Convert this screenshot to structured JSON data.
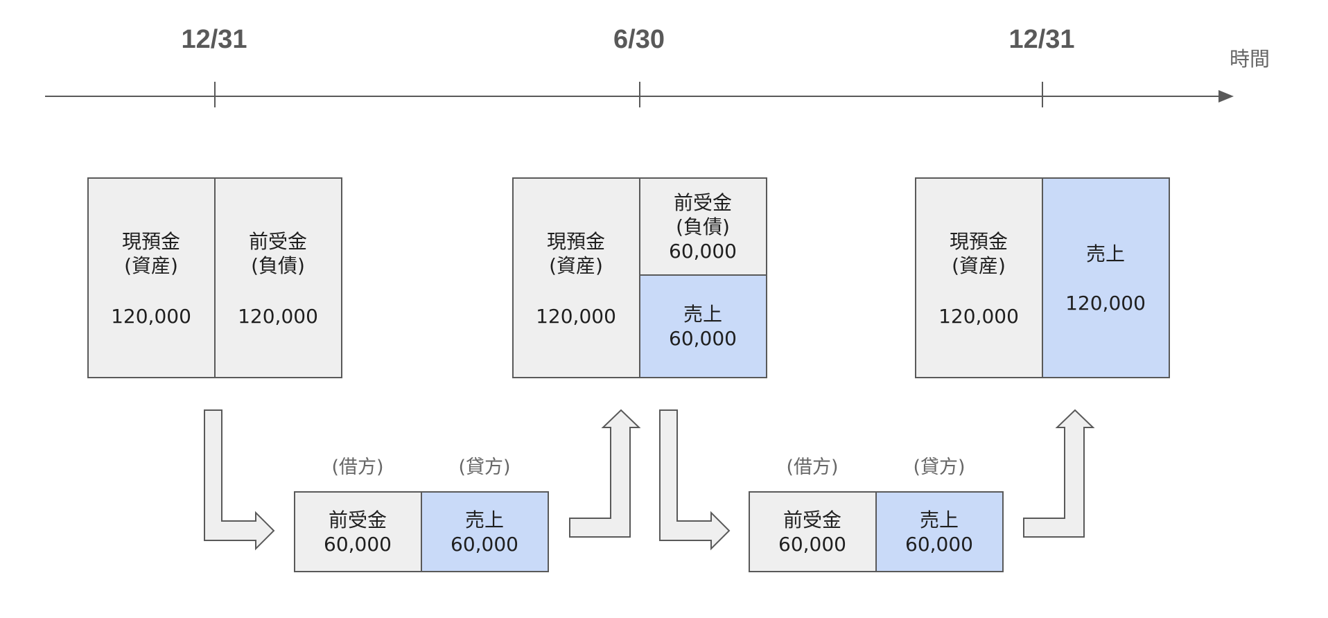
{
  "timeline": {
    "dates": [
      "12/31",
      "6/30",
      "12/31"
    ],
    "axis_label": "時間"
  },
  "snapshots": [
    {
      "left": {
        "title": "現預金",
        "type": "(資産)",
        "amount": "120,000"
      },
      "right": {
        "title": "前受金",
        "type": "(負債)",
        "amount": "120,000"
      }
    },
    {
      "left": {
        "title": "現預金",
        "type": "(資産)",
        "amount": "120,000"
      },
      "right_top": {
        "title": "前受金",
        "type": "(負債)",
        "amount": "60,000"
      },
      "right_bottom": {
        "title": "売上",
        "amount": "60,000"
      }
    },
    {
      "left": {
        "title": "現預金",
        "type": "(資産)",
        "amount": "120,000"
      },
      "right": {
        "title": "売上",
        "amount": "120,000"
      }
    }
  ],
  "journal_entries": [
    {
      "debit_label": "(借方)",
      "credit_label": "(貸方)",
      "debit": {
        "account": "前受金",
        "amount": "60,000"
      },
      "credit": {
        "account": "売上",
        "amount": "60,000"
      }
    },
    {
      "debit_label": "(借方)",
      "credit_label": "(貸方)",
      "debit": {
        "account": "前受金",
        "amount": "60,000"
      },
      "credit": {
        "account": "売上",
        "amount": "60,000"
      }
    }
  ],
  "colors": {
    "asset_liability_fill": "#efefef",
    "revenue_fill": "#c9daf8",
    "line": "#595959",
    "label": "#666666"
  }
}
